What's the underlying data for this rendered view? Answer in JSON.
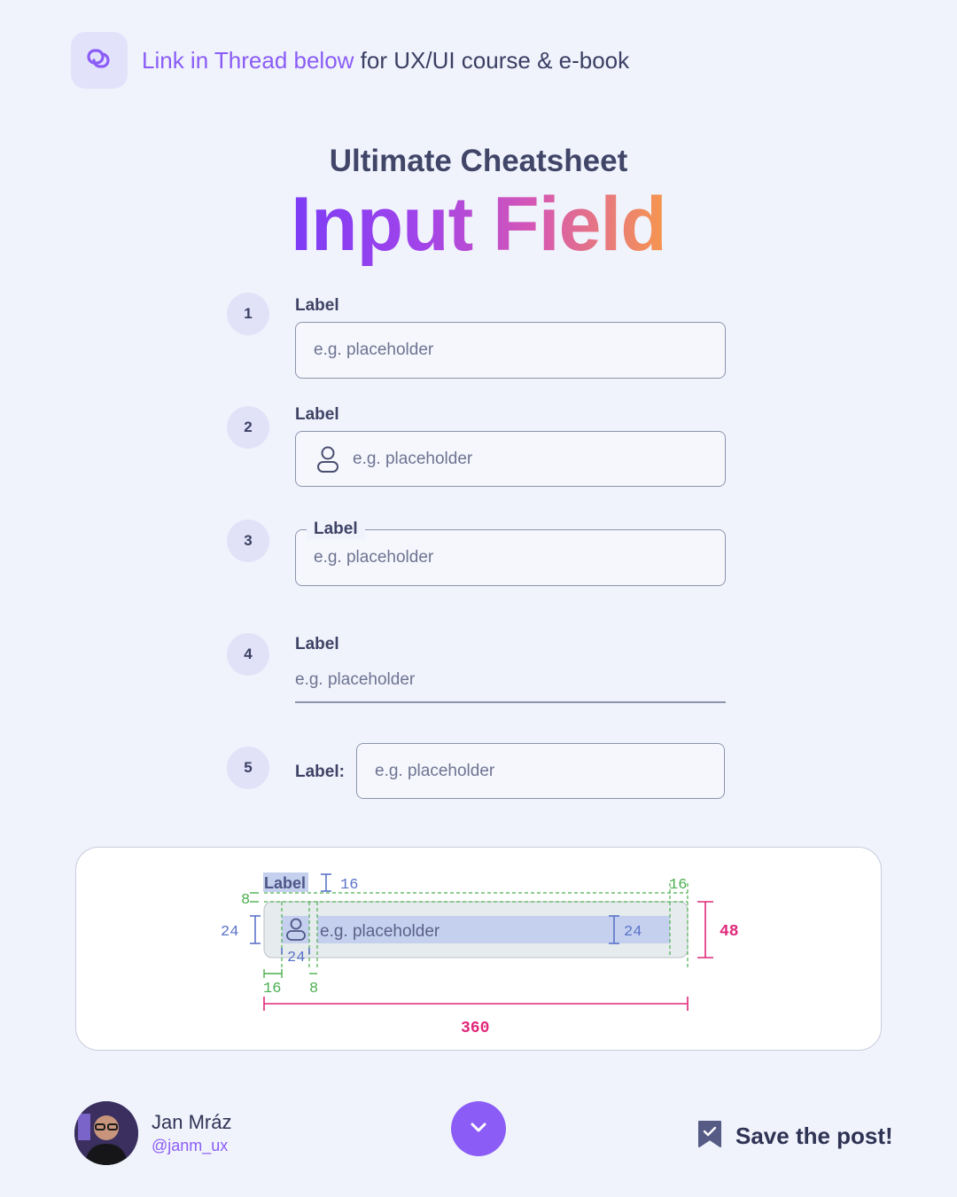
{
  "header": {
    "link_text": "Link in Thread below",
    "rest_text": " for UX/UI course & e-book"
  },
  "heading": {
    "subtitle": "Ultimate Cheatsheet",
    "title": "Input Field"
  },
  "variants": [
    {
      "number": "1",
      "label": "Label",
      "placeholder": "e.g. placeholder"
    },
    {
      "number": "2",
      "label": "Label",
      "placeholder": "e.g. placeholder"
    },
    {
      "number": "3",
      "label": "Label",
      "placeholder": "e.g. placeholder"
    },
    {
      "number": "4",
      "label": "Label",
      "placeholder": "e.g. placeholder"
    },
    {
      "number": "5",
      "label": "Label:",
      "placeholder": "e.g. placeholder"
    }
  ],
  "spec": {
    "label": "Label",
    "placeholder": "e.g. placeholder",
    "dim_label_gap": "16",
    "dim_right_pad_top": "16",
    "dim_top_gap": "8",
    "dim_icon_height": "24",
    "dim_icon_width": "24",
    "dim_text_height": "24",
    "dim_field_height": "48",
    "dim_left_pad": "16",
    "dim_icon_gap": "8",
    "dim_field_width": "360"
  },
  "footer": {
    "author_name": "Jan Mráz",
    "author_handle": "@janm_ux",
    "save_label": "Save the post!"
  },
  "colors": {
    "accent": "#8b5cf6",
    "spec_blue": "#5b74c8",
    "spec_green": "#4caf50",
    "spec_pink": "#e0287a"
  },
  "icons": [
    "link-icon",
    "user-icon",
    "chevron-down-icon",
    "bookmark-icon"
  ]
}
